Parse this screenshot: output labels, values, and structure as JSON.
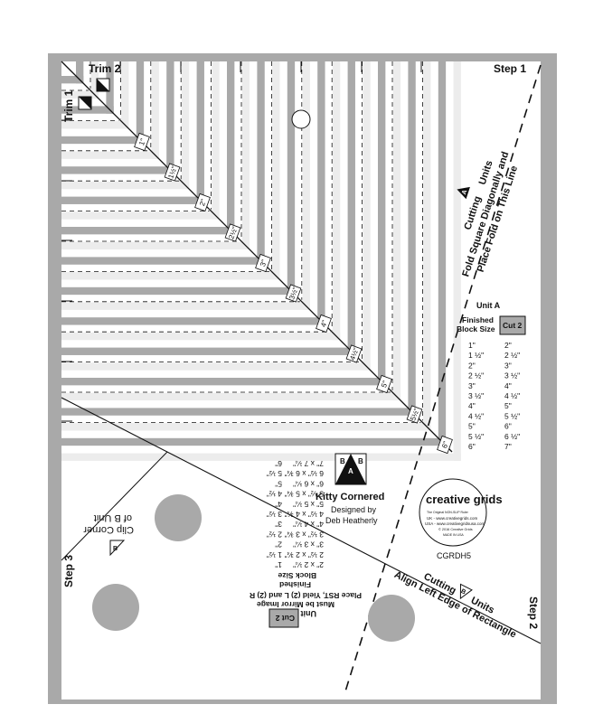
{
  "colors": {
    "gray": "#a9a9a9",
    "light": "#ececec",
    "ink": "#111111",
    "white": "#ffffff"
  },
  "labels": {
    "trim2": "Trim 2",
    "trim1": "Trim 1",
    "step1": "Step 1",
    "step2": "Step 2",
    "step3": "Step 3",
    "fold_line1": "Cutting",
    "fold_line1b": "Units",
    "fold_line2": "Fold Square Diagonally and",
    "fold_line3": "Place Fold on This Line",
    "align_line1": "Cutting",
    "align_line1b": "Units",
    "align_line2": "Align Left Edge of Rectangle",
    "clip_line1": "Clip Corner",
    "clip_line2": "of B Unit",
    "title": "Kitty Cornered",
    "designed_by": "Designed by",
    "designer": "Deb Heatherly",
    "product_code": "CGRDH5"
  },
  "markers": [
    "1\"",
    "1½\"",
    "2\"",
    "2½\"",
    "3\"",
    "3½\"",
    "4\"",
    "4½\"",
    "5\"",
    "5½\"",
    "6\""
  ],
  "unit_a": {
    "title": "Unit A",
    "col1": "Finished Block Size",
    "col2": "Cut 2",
    "rows": [
      [
        "1\"",
        "2\""
      ],
      [
        "1 ½\"",
        "2 ½\""
      ],
      [
        "2\"",
        "3\""
      ],
      [
        "2 ½\"",
        "3 ½\""
      ],
      [
        "3\"",
        "4\""
      ],
      [
        "3 ½\"",
        "4 ½\""
      ],
      [
        "4\"",
        "5\""
      ],
      [
        "4 ½\"",
        "5 ½\""
      ],
      [
        "5\"",
        "6\""
      ],
      [
        "5 ½\"",
        "6 ½\""
      ],
      [
        "6\"",
        "7\""
      ]
    ]
  },
  "unit_b": {
    "title": "Unit B",
    "note1": "Must be Mirror Image",
    "note2": "Place RST, Yield (2) L and (2) R",
    "col1": "Finished Block Size",
    "col2": "Cut 2",
    "rows": [
      [
        "1\"",
        "2\" x 2 ¼\""
      ],
      [
        "1 ½\"",
        "2 ½\" x 2 ¾\""
      ],
      [
        "2\"",
        "3\" x 3 ¼\""
      ],
      [
        "2 ½\"",
        "3 ½\" x 3 ¾\""
      ],
      [
        "3\"",
        "4\" x 4 ¼\""
      ],
      [
        "3 ½\"",
        "4 ½\" x 4 ¾\""
      ],
      [
        "4\"",
        "5\" x 5 ¼\""
      ],
      [
        "4 ½\"",
        "5 ½\" x 5 ¾\""
      ],
      [
        "5\"",
        "6\" x 6 ¼\""
      ],
      [
        "5 ½\"",
        "6 ½\" x 6 ¾\""
      ],
      [
        "6\"",
        "7\" x 7 ¼\""
      ]
    ]
  },
  "logo": {
    "brand": "creative grids",
    "line1": "The Original NON-SLIP Ruler",
    "line2": "UK - www.creativegrids.com",
    "line3": "USA - www.creativegridsusa.com",
    "line4": "© 2016 Creative Grids",
    "line5": "MADE IN USA"
  },
  "triangle_letters": {
    "a": "A",
    "b": "B"
  }
}
